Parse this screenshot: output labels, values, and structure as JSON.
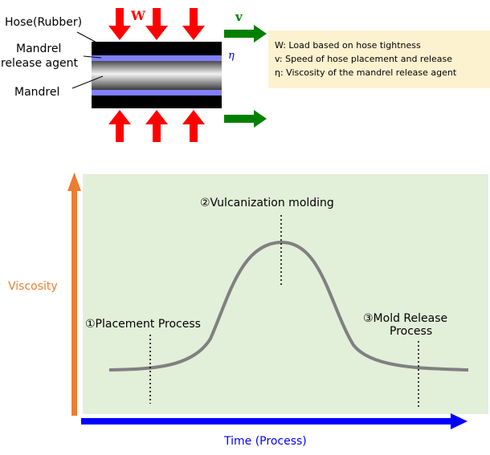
{
  "cross_section": {
    "hose_label": "Hose(Rubber)",
    "release_agent_label_1": "Mandrel",
    "release_agent_label_2": "release agent",
    "mandrel_label": "Mandrel",
    "load_symbol": "W",
    "speed_symbol": "v",
    "viscosity_symbol": "η"
  },
  "legend": {
    "line_w": "W: Load based on hose tightness",
    "line_v": "v: Speed of hose placement and release",
    "line_eta": "η: Viscosity of the mandrel release agent",
    "background": "#fdf2cf"
  },
  "graph": {
    "y_axis_label": "Viscosity",
    "x_axis_label": "Time (Process)",
    "stage_1": "①Placement Process",
    "stage_2": "②Vulcanization molding",
    "stage_3_line1": "③Mold Release",
    "stage_3_line2": "Process",
    "plot_background": "#e2efd9",
    "curve_color": "#808080",
    "y_axis_color": "#ed7d31",
    "x_axis_color": "#0000ff"
  },
  "colors": {
    "load_arrow": "#ff0000",
    "speed_arrow": "#008000",
    "release_layer": "#8080ff",
    "hose_layer": "#000000"
  }
}
